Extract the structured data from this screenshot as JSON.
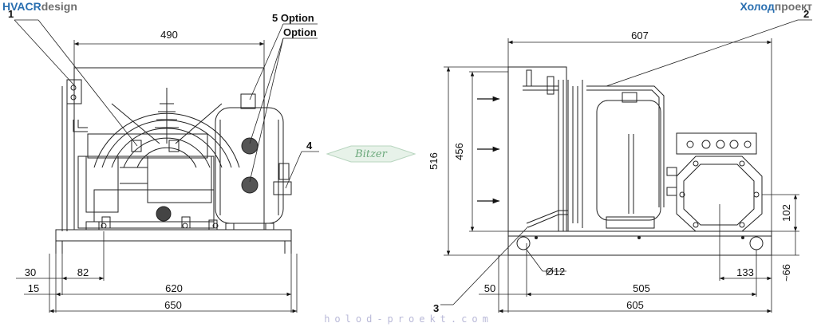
{
  "brand_left": {
    "part1": "HVACR",
    "part2": "design"
  },
  "brand_right": {
    "part1": "Холод",
    "part2": "проект"
  },
  "footer": "holod-proekt.com",
  "center_logo": "Bitzer",
  "callouts": {
    "c1": "1",
    "c2": "2",
    "c3": "3",
    "c4": "4",
    "c5": "5 Option",
    "c6": "Option"
  },
  "dimensions": {
    "front_width_top": "490",
    "front_left_30": "30",
    "front_left_15": "15",
    "front_82": "82",
    "front_620": "620",
    "front_650": "650",
    "side_width_top": "607",
    "side_height_516": "516",
    "side_height_456": "456",
    "side_102": "102",
    "side_66": "~66",
    "side_hole": "Ø12",
    "side_133": "133",
    "side_50": "50",
    "side_505": "505",
    "side_605": "605"
  }
}
